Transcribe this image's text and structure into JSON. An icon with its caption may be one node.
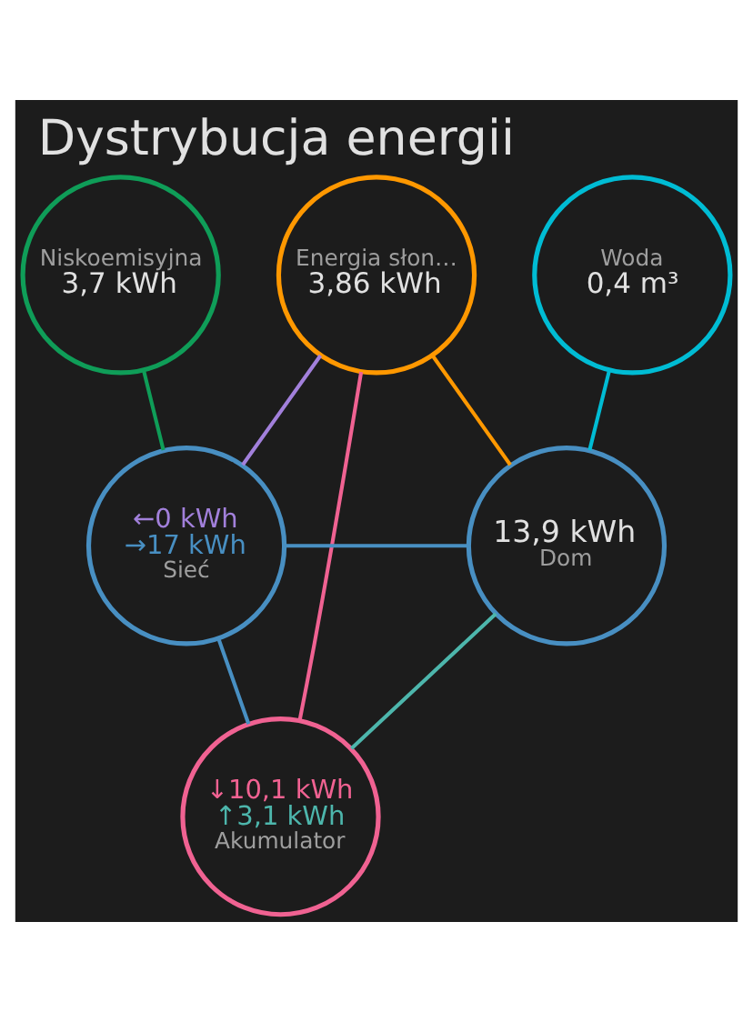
{
  "diagram": {
    "title": "Dystrybucja energii",
    "nodes": [
      {
        "text": [
          "Niskoemisyjna",
          "3,7 kWh"
        ]
      },
      {
        "text": [
          "Energia słon…",
          "3,86 kWh"
        ]
      },
      {
        "text": [
          "Woda",
          "0,4 m³"
        ]
      },
      {
        "text": [
          "←0 kWh",
          "→17 kWh",
          "Sieć"
        ]
      },
      {
        "text": [
          "13,9 kWh",
          "Dom"
        ]
      },
      {
        "text": [
          "↓10,1 kWh",
          "↑3,1 kWh",
          "Akumulator"
        ]
      }
    ],
    "edges": [
      {
        "from": 0,
        "to": 3,
        "arrow": "none",
        "color": "#0f9d58"
      },
      {
        "from": 1,
        "to": 3,
        "arrow": "none",
        "color": "#a280db"
      },
      {
        "from": 1,
        "to": 5,
        "arrow": "none",
        "color": "#f06292"
      },
      {
        "from": 1,
        "to": 4,
        "arrow": "none",
        "color": "#ff9800"
      },
      {
        "from": 2,
        "to": 4,
        "arrow": "none",
        "color": "#00bcd4"
      },
      {
        "from": 3,
        "to": 4,
        "arrow": "none",
        "color": "#488fc2"
      },
      {
        "from": 3,
        "to": 5,
        "arrow": "none",
        "color": "#488fc2"
      },
      {
        "from": 5,
        "to": 4,
        "arrow": "none",
        "color": "#4db6ac"
      }
    ]
  }
}
